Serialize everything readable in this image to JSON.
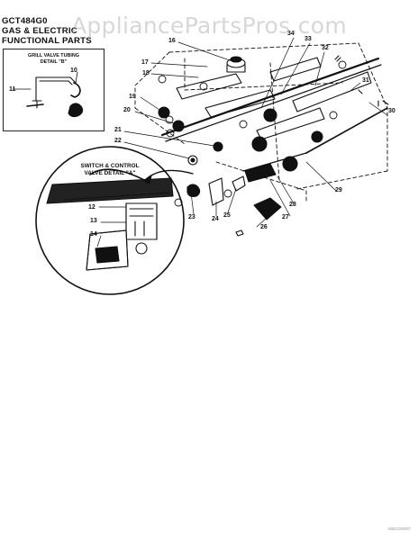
{
  "watermark": "AppliancePartsPros.com",
  "title": {
    "model": "GCT484G0",
    "line2": "GAS & ELECTRIC",
    "line3": "FUNCTIONAL PARTS"
  },
  "insets": {
    "grill_valve_tubing": {
      "line1": "GRILL VALVE TUBING",
      "line2": "DETAIL \"B\""
    },
    "switch_control": {
      "line1": "SWITCH & CONTROL",
      "line2": "VALVE DETAIL \"A\""
    }
  },
  "callouts": [
    "10",
    "11",
    "12",
    "13",
    "14",
    "16",
    "17",
    "18",
    "19",
    "20",
    "21",
    "22",
    "23",
    "24",
    "25",
    "26",
    "27",
    "28",
    "29",
    "30",
    "31",
    "32",
    "33",
    "34"
  ],
  "footer": "WB23X5007"
}
